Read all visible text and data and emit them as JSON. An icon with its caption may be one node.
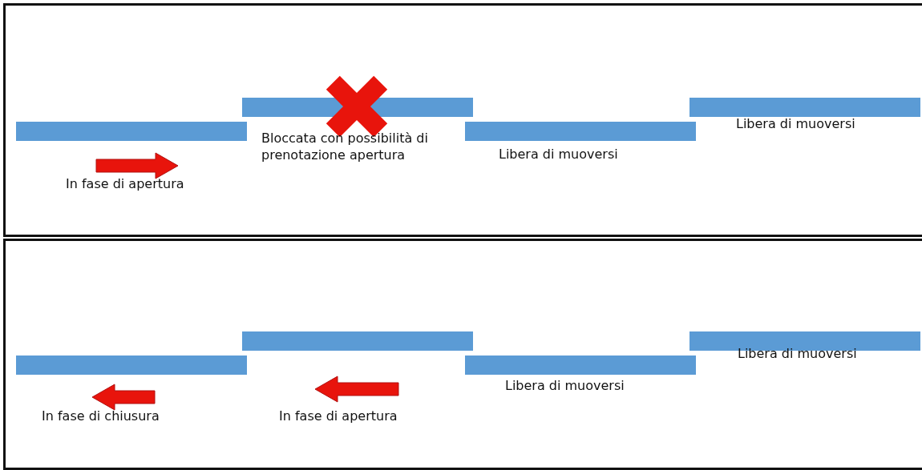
{
  "diagram": {
    "labels": [
      "In fase di apertura",
      "Bloccata con possibilità di prenotazione apertura",
      "Libera di muoversi",
      "Libera di muoversi",
      "In fase di chiusura",
      "In fase di apertura",
      "Libera di muoversi",
      "Libera di muoversi"
    ]
  }
}
